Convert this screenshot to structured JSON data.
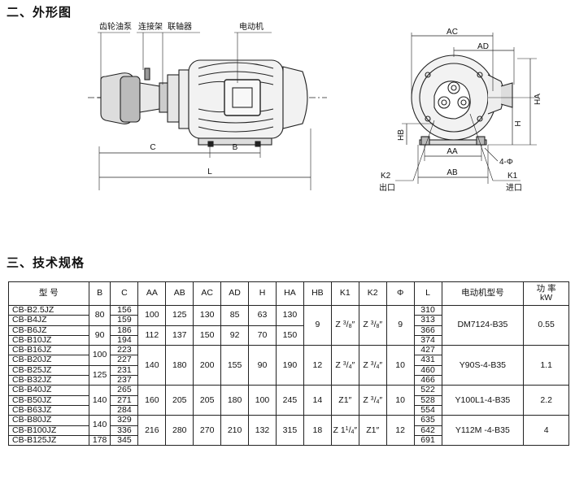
{
  "section1_title": "二、外形图",
  "section2_title": "三、技术规格",
  "drawing_labels": {
    "gear_pump": "齿轮油泵",
    "coupling_frame": "连接架",
    "coupling": "联轴器",
    "motor": "电动机",
    "C": "C",
    "B": "B",
    "L": "L",
    "AC": "AC",
    "AD": "AD",
    "HA": "HA",
    "H": "H",
    "HB": "HB",
    "AA": "AA",
    "AB": "AB",
    "phi4": "4-Φ",
    "K2": "K2",
    "K2_desc": "出口",
    "K1": "K1",
    "K1_desc": "进口"
  },
  "table": {
    "headers": {
      "model": "型  号",
      "B": "B",
      "C": "C",
      "AA": "AA",
      "AB": "AB",
      "AC": "AC",
      "AD": "AD",
      "H": "H",
      "HA": "HA",
      "HB": "HB",
      "K1": "K1",
      "K2": "K2",
      "phi": "Φ",
      "L": "L",
      "motor": "电动机型号",
      "power": "功 率",
      "power_unit": "kW"
    },
    "models": [
      "CB-B2.5JZ",
      "CB-B4JZ",
      "CB-B6JZ",
      "CB-B10JZ",
      "CB-B16JZ",
      "CB-B20JZ",
      "CB-B25JZ",
      "CB-B32JZ",
      "CB-B40JZ",
      "CB-B50JZ",
      "CB-B63JZ",
      "CB-B80JZ",
      "CB-B100JZ",
      "CB-B125JZ"
    ],
    "C": [
      "156",
      "159",
      "186",
      "194",
      "223",
      "227",
      "231",
      "237",
      "265",
      "271",
      "284",
      "329",
      "336",
      "345"
    ],
    "L": [
      "310",
      "313",
      "366",
      "374",
      "427",
      "431",
      "460",
      "466",
      "522",
      "528",
      "554",
      "635",
      "642",
      "691"
    ],
    "B_groups": [
      {
        "value": "80",
        "span": 2
      },
      {
        "value": "90",
        "span": 2
      },
      {
        "value": "100",
        "span": 2
      },
      {
        "value": "125",
        "span": 2
      },
      {
        "value": "140",
        "span": 3
      },
      {
        "value": "140",
        "span": 2
      },
      {
        "value": "178",
        "span": 1
      }
    ],
    "dim_groups": [
      {
        "span": 2,
        "AA": "100",
        "AB": "125",
        "AC": "130",
        "AD": "85",
        "H": "63",
        "HA": "130"
      },
      {
        "span": 2,
        "AA": "112",
        "AB": "137",
        "AC": "150",
        "AD": "92",
        "H": "70",
        "HA": "150"
      },
      {
        "span": 4,
        "AA": "140",
        "AB": "180",
        "AC": "200",
        "AD": "155",
        "H": "90",
        "HA": "190"
      },
      {
        "span": 3,
        "AA": "160",
        "AB": "205",
        "AC": "205",
        "AD": "180",
        "H": "100",
        "HA": "245"
      },
      {
        "span": 3,
        "AA": "216",
        "AB": "280",
        "AC": "270",
        "AD": "210",
        "H": "132",
        "HA": "315"
      }
    ],
    "port_groups": [
      {
        "span": 4,
        "HB": "9",
        "K1": {
          "base": "Z",
          "num": "3",
          "den": "8"
        },
        "K2": {
          "base": "Z",
          "num": "3",
          "den": "8"
        },
        "phi": "9",
        "motor": "DM7124-B35",
        "power": "0.55"
      },
      {
        "span": 4,
        "HB": "12",
        "K1": {
          "base": "Z",
          "num": "3",
          "den": "4"
        },
        "K2": {
          "base": "Z",
          "num": "3",
          "den": "4"
        },
        "phi": "10",
        "motor": "Y90S-4-B35",
        "power": "1.1"
      },
      {
        "span": 3,
        "HB": "14",
        "K1": {
          "base": "Z1″"
        },
        "K2": {
          "base": "Z",
          "num": "3",
          "den": "4"
        },
        "phi": "10",
        "motor": "Y100L1-4-B35",
        "power": "2.2"
      },
      {
        "span": 3,
        "HB": "18",
        "K1": {
          "base": "Z",
          "whole": "1",
          "num": "1",
          "den": "4"
        },
        "K2": {
          "base": "Z1″"
        },
        "phi": "12",
        "motor": "Y112M -4-B35",
        "power": "4"
      }
    ]
  }
}
